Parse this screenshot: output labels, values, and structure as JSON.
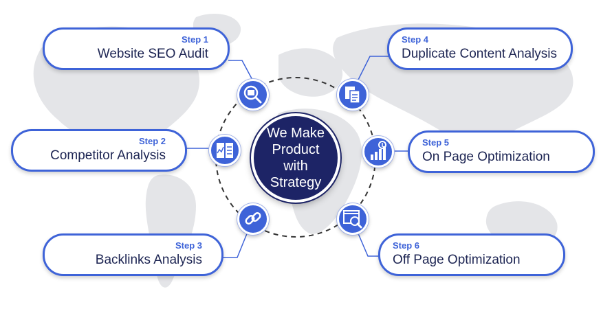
{
  "colors": {
    "accent": "#3e63d8",
    "center_fill": "#1d2466",
    "title_text": "#1c2452",
    "map": "#e4e5e8"
  },
  "center": {
    "text": "We Make\nProduct with\nStrategy"
  },
  "steps": [
    {
      "step": "Step 1",
      "title": "Website SEO Audit",
      "icon": "seo-audit-magnifier-icon"
    },
    {
      "step": "Step 2",
      "title": "Competitor Analysis",
      "icon": "competitor-analysis-chart-icon"
    },
    {
      "step": "Step 3",
      "title": "Backlinks Analysis",
      "icon": "chain-link-icon"
    },
    {
      "step": "Step 4",
      "title": "Duplicate Content Analysis",
      "icon": "duplicate-documents-icon"
    },
    {
      "step": "Step 5",
      "title": "On Page Optimization",
      "icon": "growth-bar-chart-icon"
    },
    {
      "step": "Step 6",
      "title": "Off Page Optimization",
      "icon": "analytics-magnifier-icon"
    }
  ]
}
